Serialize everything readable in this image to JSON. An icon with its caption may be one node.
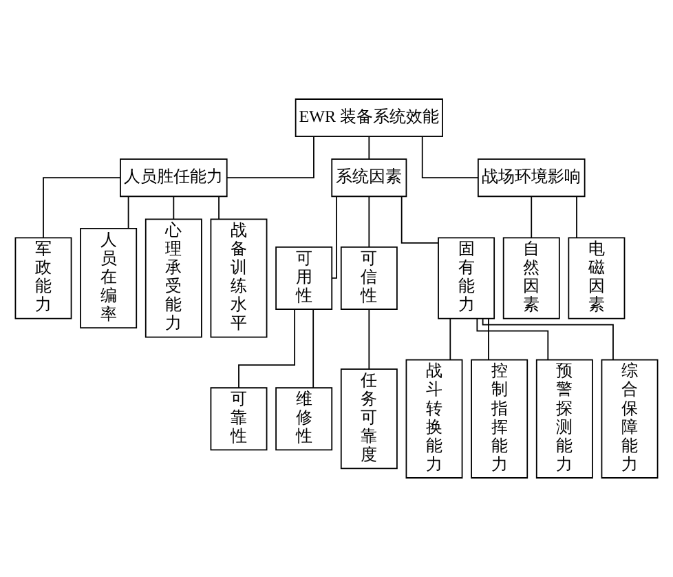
{
  "diagram": {
    "nodes": [
      {
        "text": [
          "EWR 装备系统效能"
        ]
      },
      {
        "text": [
          "人员胜任能力"
        ]
      },
      {
        "text": [
          "系统因素"
        ]
      },
      {
        "text": [
          "战场环境影响"
        ]
      },
      {
        "text": [
          "军政能力"
        ]
      },
      {
        "text": [
          "人员在编率"
        ]
      },
      {
        "text": [
          "心理承受能力"
        ]
      },
      {
        "text": [
          "战备训练水平"
        ]
      },
      {
        "text": [
          "可用性"
        ]
      },
      {
        "text": [
          "可信性"
        ]
      },
      {
        "text": [
          "固有能力"
        ]
      },
      {
        "text": [
          "自然因素"
        ]
      },
      {
        "text": [
          "电磁因素"
        ]
      },
      {
        "text": [
          "可靠性"
        ]
      },
      {
        "text": [
          "维修性"
        ]
      },
      {
        "text": [
          "任务可靠度"
        ]
      },
      {
        "text": [
          "战斗转换能力"
        ]
      },
      {
        "text": [
          "控制指挥能力"
        ]
      },
      {
        "text": [
          "预警探测能力"
        ]
      },
      {
        "text": [
          "综合保障能力"
        ]
      }
    ],
    "edges": [
      {
        "from": 0,
        "to": 1,
        "arrow": "none"
      },
      {
        "from": 0,
        "to": 2,
        "arrow": "none"
      },
      {
        "from": 0,
        "to": 3,
        "arrow": "none"
      },
      {
        "from": 1,
        "to": 4,
        "arrow": "none"
      },
      {
        "from": 1,
        "to": 5,
        "arrow": "none"
      },
      {
        "from": 1,
        "to": 6,
        "arrow": "none"
      },
      {
        "from": 1,
        "to": 7,
        "arrow": "none"
      },
      {
        "from": 2,
        "to": 8,
        "arrow": "none"
      },
      {
        "from": 2,
        "to": 9,
        "arrow": "none"
      },
      {
        "from": 2,
        "to": 10,
        "arrow": "none"
      },
      {
        "from": 3,
        "to": 11,
        "arrow": "none"
      },
      {
        "from": 3,
        "to": 12,
        "arrow": "none"
      },
      {
        "from": 8,
        "to": 13,
        "arrow": "none"
      },
      {
        "from": 8,
        "to": 14,
        "arrow": "none"
      },
      {
        "from": 9,
        "to": 15,
        "arrow": "none"
      },
      {
        "from": 10,
        "to": 16,
        "arrow": "none"
      },
      {
        "from": 10,
        "to": 17,
        "arrow": "none"
      },
      {
        "from": 10,
        "to": 18,
        "arrow": "none"
      },
      {
        "from": 10,
        "to": 19,
        "arrow": "none"
      }
    ]
  }
}
